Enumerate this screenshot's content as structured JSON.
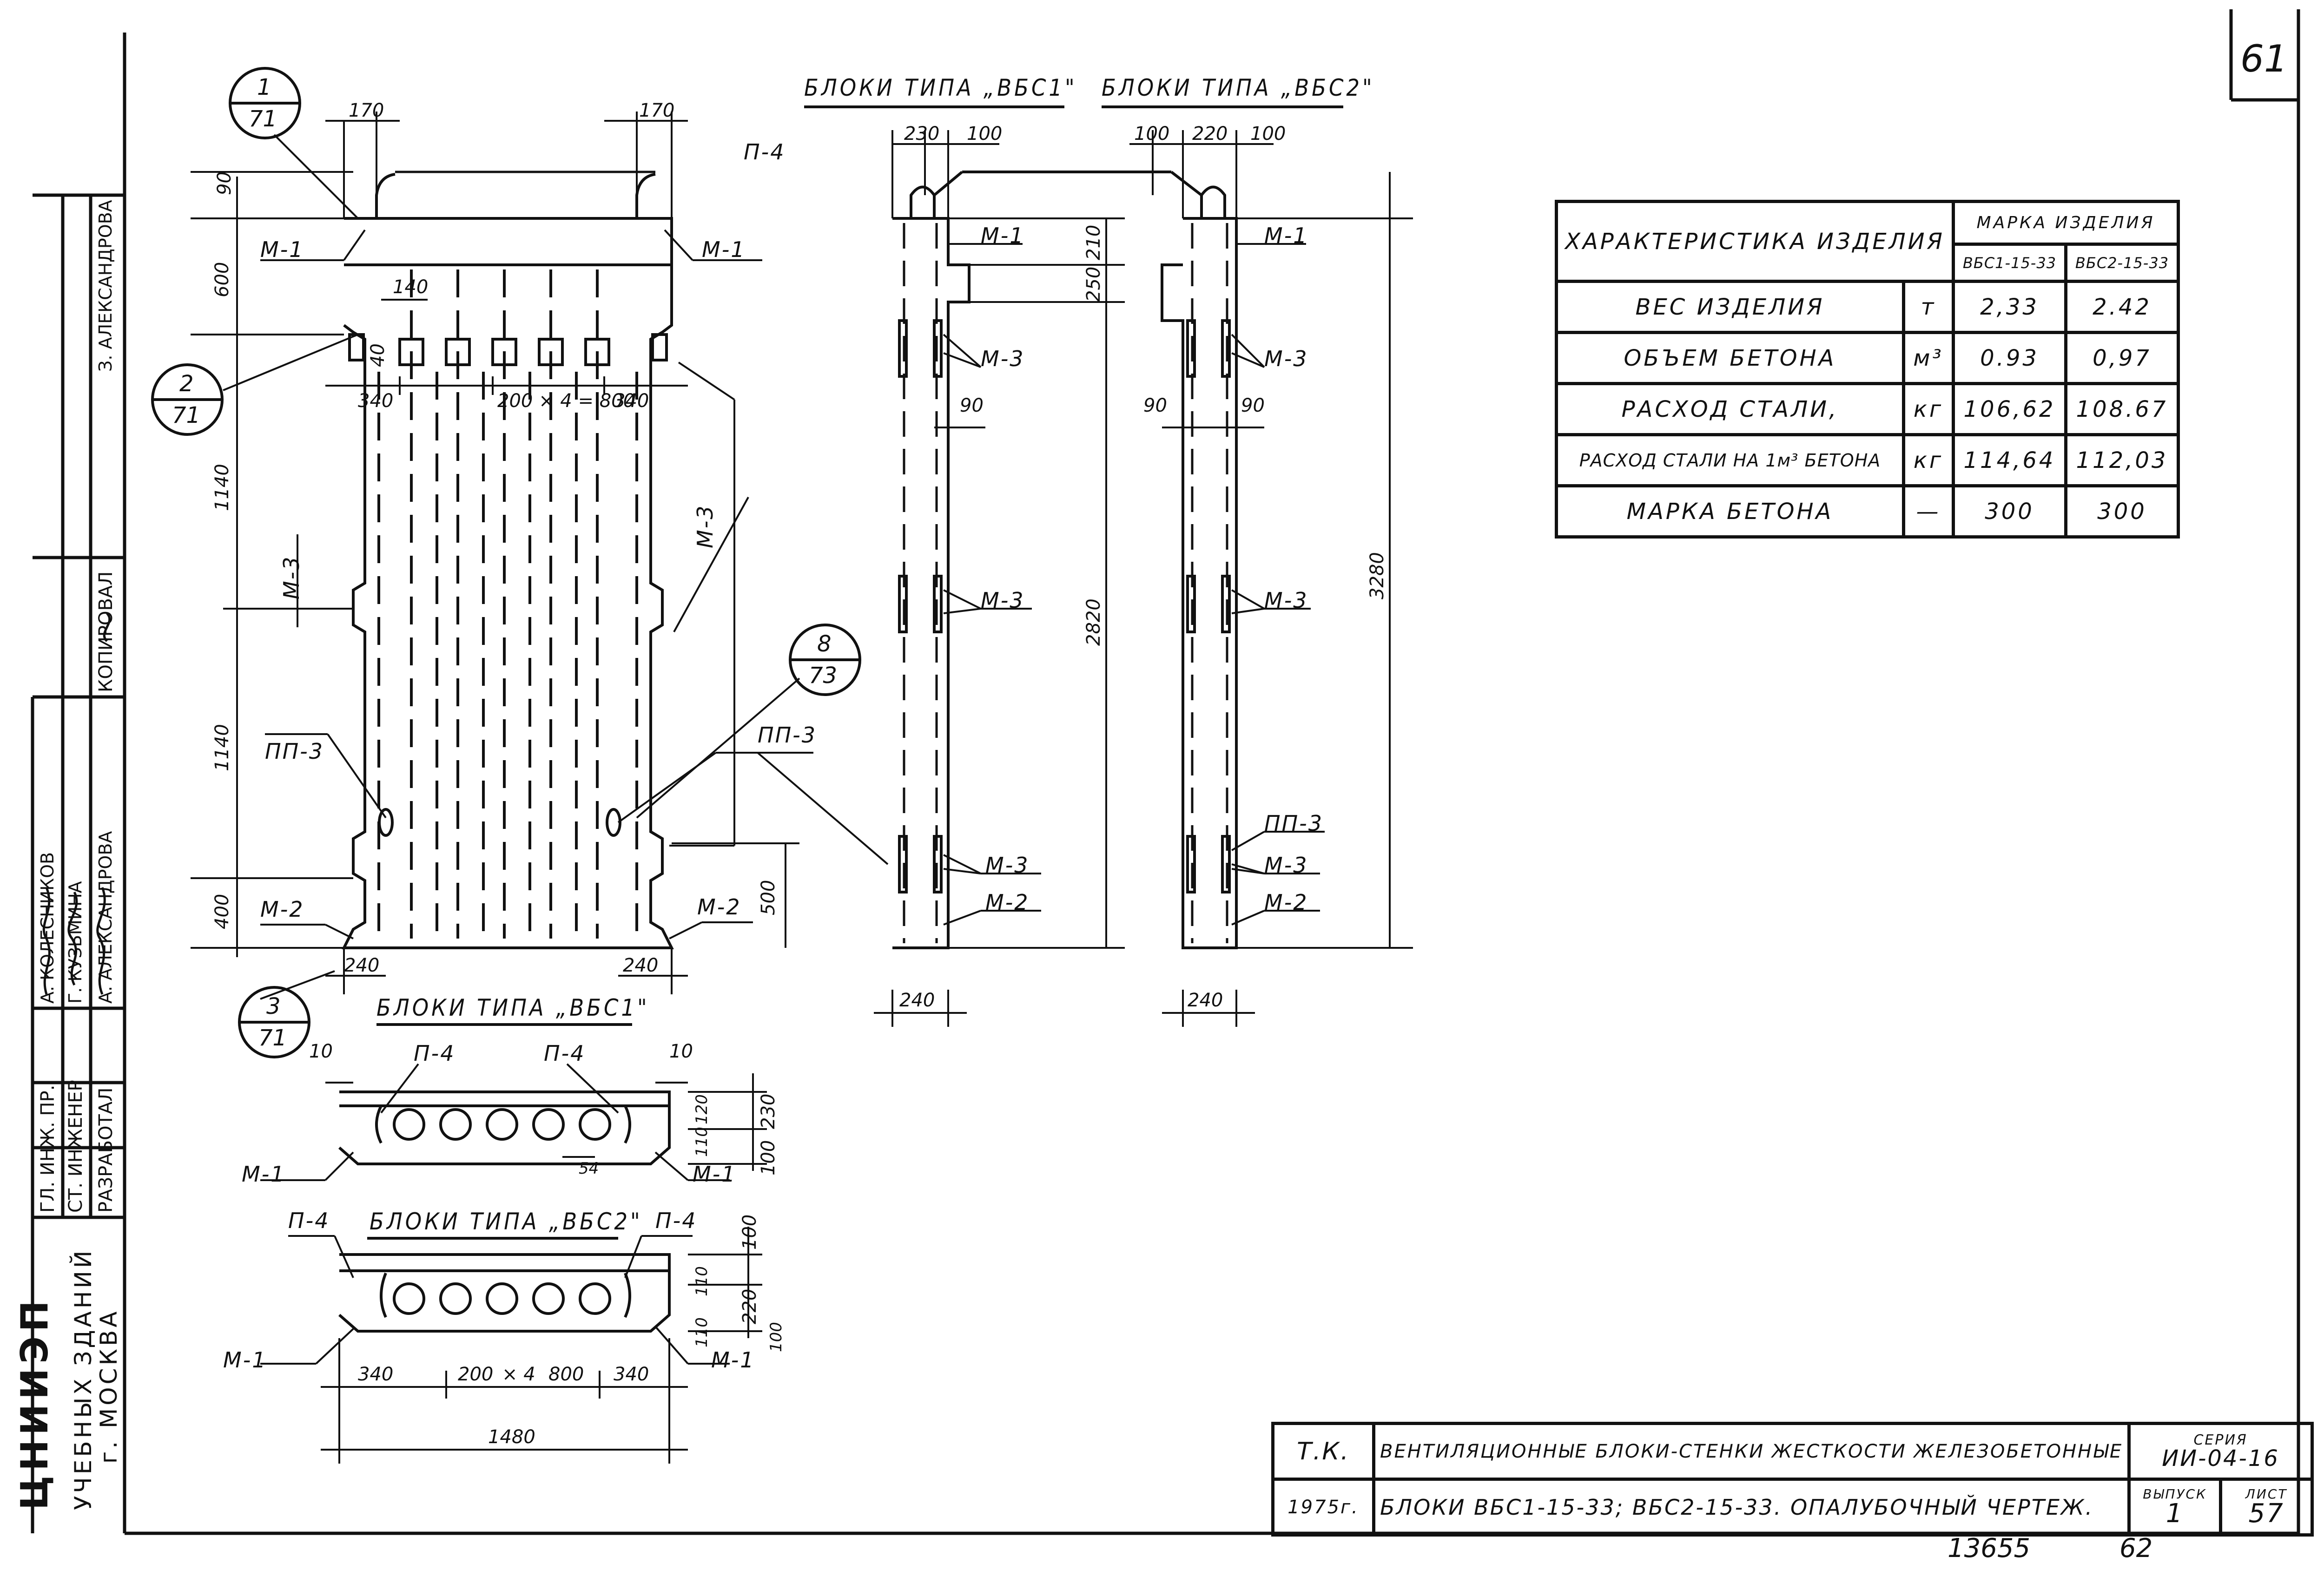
{
  "sheet": {
    "page_number": "61",
    "bottom_number_left": "13655",
    "bottom_number_right": "62"
  },
  "titles": {
    "front_vbs1": "БЛОКИ ТИПА „ВБС1\"",
    "front_vbs2": "БЛОКИ ТИПА „ВБС2\"",
    "plan_vbs1": "БЛОКИ ТИПА „ВБС1\"",
    "plan_vbs2": "БЛОКИ ТИПА „ВБС2\""
  },
  "callouts": {
    "c1": {
      "top": "1",
      "bottom": "71"
    },
    "c2": {
      "top": "2",
      "bottom": "71"
    },
    "c3": {
      "top": "3",
      "bottom": "71"
    },
    "c8": {
      "top": "8",
      "bottom": "73"
    }
  },
  "labels": {
    "m1": "М-1",
    "m2": "М-2",
    "m3": "М-3",
    "n4": "П-4",
    "pp3": "ПП-3"
  },
  "dims": {
    "d170": "170",
    "d90": "90",
    "d600": "600",
    "d140": "140",
    "d40": "40",
    "d340": "340",
    "d200x4": "200 × 4 = 800",
    "d1140": "1140",
    "d400": "400",
    "d500": "500",
    "d240": "240",
    "d230": "230",
    "d100": "100",
    "d220": "220",
    "d210": "210",
    "d250": "250",
    "d2820": "2820",
    "d3280": "3280",
    "d10": "10",
    "d110": "110",
    "d54": "54",
    "d120": "120",
    "d800": "800",
    "d1480": "1480",
    "d200": "200",
    "dx4": "× 4"
  },
  "properties_table": {
    "header_char": "ХАРАКТЕРИСТИКА ИЗДЕЛИЯ",
    "header_mark": "МАРКА ИЗДЕЛИЯ",
    "mark_1": "ВБС1-15-33",
    "mark_2": "ВБС2-15-33",
    "rows": [
      {
        "name": "ВЕС ИЗДЕЛИЯ",
        "unit": "т",
        "v1": "2,33",
        "v2": "2.42"
      },
      {
        "name": "ОБЪЕМ БЕТОНА",
        "unit": "м³",
        "v1": "0.93",
        "v2": "0,97"
      },
      {
        "name": "РАСХОД СТАЛИ,",
        "unit": "кг",
        "v1": "106,62",
        "v2": "108.67"
      },
      {
        "name": "РАСХОД СТАЛИ НА 1м³ БЕТОНА",
        "unit": "кг",
        "v1": "114,64",
        "v2": "112,03"
      },
      {
        "name": "МАРКА БЕТОНА",
        "unit": "—",
        "v1": "300",
        "v2": "300"
      }
    ]
  },
  "title_block": {
    "tk": "Т.К.",
    "year": "1975г.",
    "title_1": "ВЕНТИЛЯЦИОННЫЕ БЛОКИ-СТЕНКИ ЖЕСТКОСТИ ЖЕЛЕЗОБЕТОННЫЕ",
    "title_2": "БЛОКИ ВБС1-15-33; ВБС2-15-33. ОПАЛУБОЧНЫЙ ЧЕРТЕЖ.",
    "series_label": "СЕРИЯ",
    "series": "ИИ-04-16",
    "issue_label": "ВЫПУСК",
    "issue": "1",
    "sheet_label": "ЛИСТ",
    "sheet": "57"
  },
  "side_stamp": {
    "org_1": "ЦНИИЭП",
    "org_2": "УЧЕБНЫХ ЗДАНИЙ",
    "org_3": "г. МОСКВА",
    "roles": [
      "ГЛ. ИНЖ. ПР.",
      "СТ. ИНЖЕНЕР",
      "РАЗРАБОТАЛ"
    ],
    "names": [
      "А. КОЛЕСНИКОВ",
      "Г. КУЗЬМИНА",
      "А. АЛЕКСАНДРОВА"
    ],
    "copied_label": "КОПИРОВАЛ",
    "copied_name": "З. АЛЕКСАНДРОВА"
  }
}
